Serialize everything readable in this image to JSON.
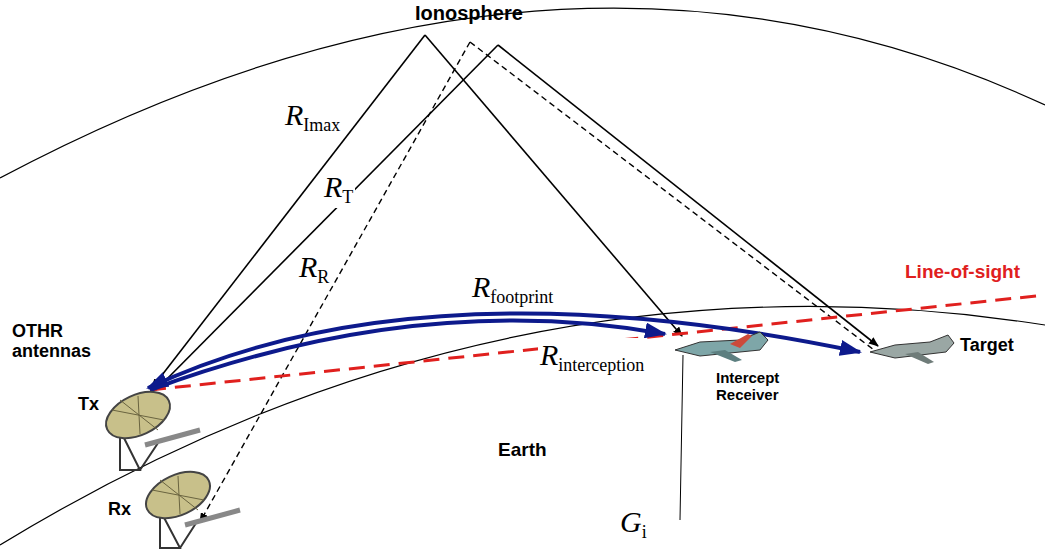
{
  "diagram": {
    "labels": [
      "Ionosphere",
      "RImax",
      "RT",
      "RR",
      "OTHR antennas",
      "Rfootprint",
      "Rinterception",
      "Line-of-sight",
      "Tx",
      "Rx",
      "Earth",
      "Target",
      "Intercept Receiver",
      "Gi"
    ]
  }
}
